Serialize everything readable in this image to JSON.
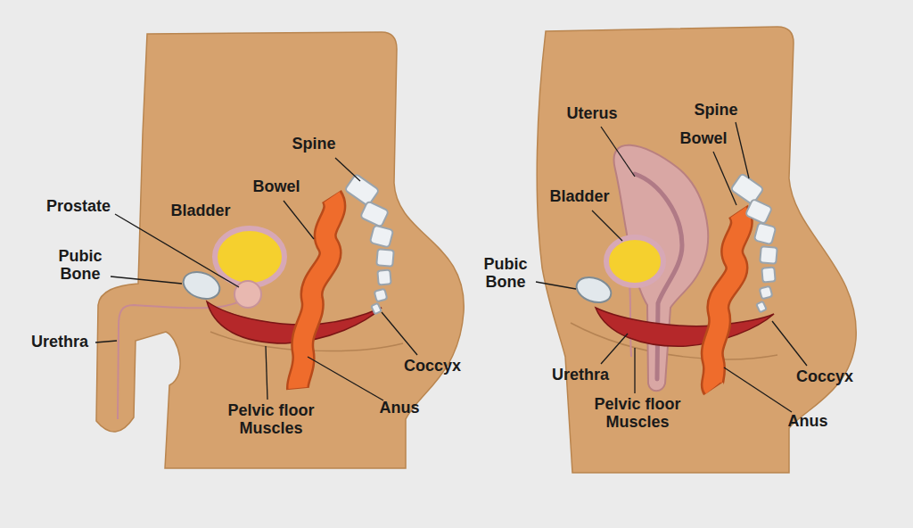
{
  "diagram": {
    "labels": [
      "Spine",
      "Prostate",
      "Bladder",
      "Bowel",
      "Pubic Bone",
      "Urethra",
      "Coccyx",
      "Pelvic floor Muscles",
      "Anus",
      "Uterus",
      "Spine",
      "Bowel",
      "Bladder",
      "Pubic Bone",
      "Urethra",
      "Pelvic floor Muscles",
      "Coccyx",
      "Anus"
    ]
  }
}
